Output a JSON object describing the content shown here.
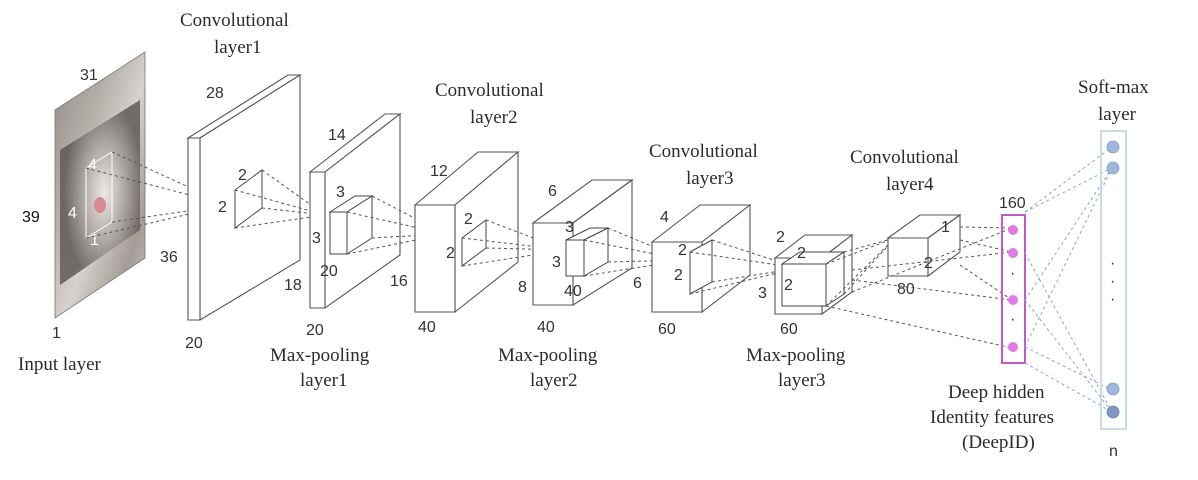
{
  "input_layer": {
    "label": "Input layer",
    "dim_top": "31",
    "dim_left": "39",
    "dim_bottom": "1",
    "kernel_labels": [
      "4",
      "4",
      "1"
    ]
  },
  "conv1": {
    "title_line1": "Convolutional",
    "title_line2": "layer1",
    "dim_top": "28",
    "dim_left": "36",
    "dim_bottom": "20",
    "kernel_labels": [
      "2",
      "2"
    ]
  },
  "pool1": {
    "title_line1": "Max-pooling",
    "title_line2": "layer1",
    "dim_top": "14",
    "dim_left": "18",
    "dim_bottom": "20",
    "kernel_labels": [
      "3",
      "3",
      "20"
    ]
  },
  "conv2": {
    "title_line1": "Convolutional",
    "title_line2": "layer2",
    "dim_top": "12",
    "dim_left": "16",
    "dim_bottom": "40",
    "kernel_labels": [
      "2",
      "2"
    ]
  },
  "pool2": {
    "title_line1": "Max-pooling",
    "title_line2": "layer2",
    "dim_top": "6",
    "dim_left": "8",
    "dim_bottom": "40",
    "kernel_labels": [
      "3",
      "3",
      "40"
    ]
  },
  "conv3": {
    "title_line1": "Convolutional",
    "title_line2": "layer3",
    "dim_top": "4",
    "dim_left": "6",
    "dim_bottom": "60",
    "kernel_labels": [
      "2",
      "2"
    ]
  },
  "pool3": {
    "title_line1": "Max-pooling",
    "title_line2": "layer3",
    "dim_top": "2",
    "dim_left": "3",
    "dim_bottom": "60",
    "kernel_labels": [
      "2",
      "2"
    ]
  },
  "conv4": {
    "title_line1": "Convolutional",
    "title_line2": "layer4",
    "dim_bottom": "80",
    "kernel_labels": [
      "1",
      "2"
    ]
  },
  "deepid": {
    "dim_top": "160",
    "caption_line1": "Deep hidden",
    "caption_line2": "Identity features",
    "caption_line3": "(DeepID)",
    "dots": "·"
  },
  "softmax": {
    "title_line1": "Soft-max",
    "title_line2": "layer",
    "dim_bottom": "n",
    "dots": "·"
  },
  "colors": {
    "deepid_border": "#c15ac8",
    "deepid_dot": "#e07be6",
    "softmax_node": "#9fb8dc",
    "softmax_border": "#c9dbe8"
  }
}
